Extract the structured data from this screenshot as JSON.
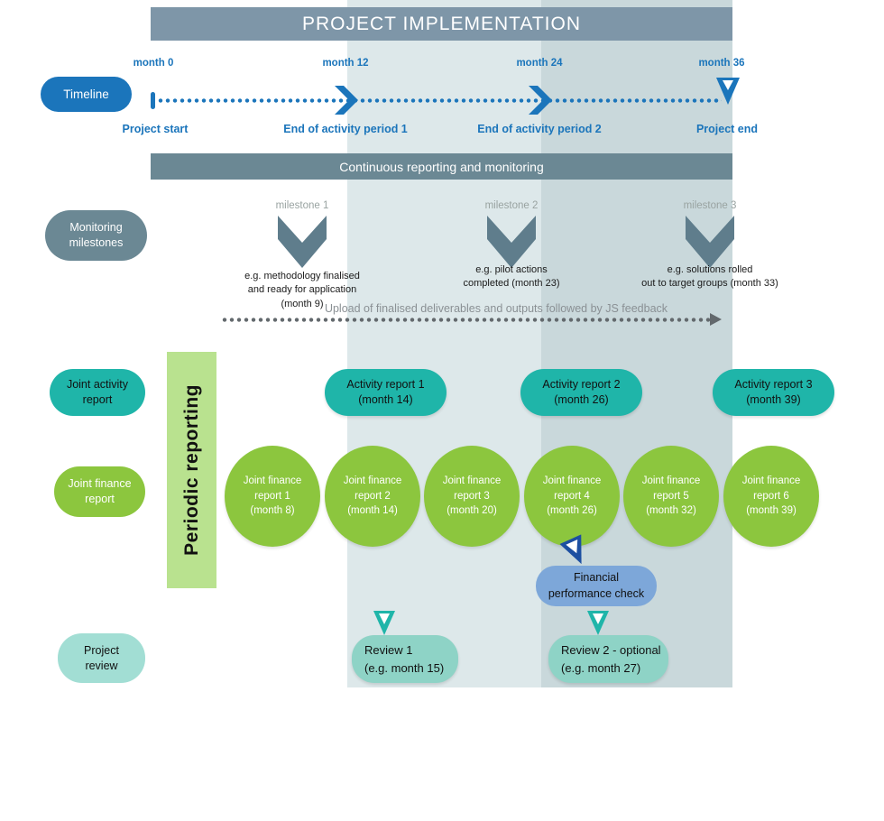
{
  "header": {
    "title": "PROJECT IMPLEMENTATION"
  },
  "timeline": {
    "label": "Timeline",
    "ticks": [
      {
        "month": "month 0",
        "caption": "Project start"
      },
      {
        "month": "month 12",
        "caption": "End of activity period 1"
      },
      {
        "month": "month 24",
        "caption": "End of activity period 2"
      },
      {
        "month": "month 36",
        "caption": "Project end"
      }
    ]
  },
  "continuous_bar": {
    "label": "Continuous reporting and monitoring"
  },
  "monitoring": {
    "label_lines": [
      "Monitoring",
      "milestones"
    ],
    "milestones": [
      {
        "name": "milestone 1",
        "desc_lines": [
          "e.g. methodology finalised",
          "and ready for application",
          "(month 9)"
        ]
      },
      {
        "name": "milestone 2",
        "desc_lines": [
          "e.g. pilot actions",
          "completed (month 23)"
        ]
      },
      {
        "name": "milestone 3",
        "desc_lines": [
          "e.g. solutions rolled",
          "out to target groups (month 33)"
        ]
      }
    ],
    "upload_note": "Upload of finalised deliverables and outputs followed by JS feedback"
  },
  "periodic_reporting": {
    "label": "Periodic reporting"
  },
  "activity": {
    "label_lines": [
      "Joint activity",
      "report"
    ],
    "reports": [
      {
        "title": "Activity report 1",
        "month": "(month 14)"
      },
      {
        "title": "Activity report 2",
        "month": "(month 26)"
      },
      {
        "title": "Activity report 3",
        "month": "(month 39)"
      }
    ]
  },
  "finance": {
    "label_lines": [
      "Joint finance",
      "report"
    ],
    "reports": [
      {
        "line1": "Joint finance",
        "line2": "report 1",
        "line3": "(month 8)"
      },
      {
        "line1": "Joint finance",
        "line2": "report 2",
        "line3": "(month 14)"
      },
      {
        "line1": "Joint finance",
        "line2": "report 3",
        "line3": "(month 20)"
      },
      {
        "line1": "Joint finance",
        "line2": "report 4",
        "line3": "(month 26)"
      },
      {
        "line1": "Joint finance",
        "line2": "report 5",
        "line3": "(month 32)"
      },
      {
        "line1": "Joint finance",
        "line2": "report 6",
        "line3": "(month 39)"
      }
    ]
  },
  "financial_check": {
    "label_lines": [
      "Financial",
      "performance check"
    ]
  },
  "review": {
    "label_lines": [
      "Project",
      "review"
    ],
    "items": [
      {
        "title": "Review 1",
        "month": "(e.g. month 15)"
      },
      {
        "title": "Review 2 - optional",
        "month": "(e.g. month 27)"
      }
    ]
  },
  "colors": {
    "timeline_blue": "#1b75bb",
    "header_bar": "#7e96a8",
    "monitoring_bar": "#6b8894",
    "milestone_chevron": "#5f7d8c",
    "activity_teal": "#1fb5a9",
    "finance_green": "#8cc63e",
    "periodic_green": "#b9e28f",
    "financial_check_blue": "#7da7d9",
    "pin_blue": "#1d4fa1",
    "review_teal": "#8ed3c6",
    "project_review_teal": "#a2ded4",
    "band_light": "#dde8ea",
    "band_dark": "#c9d8db"
  }
}
